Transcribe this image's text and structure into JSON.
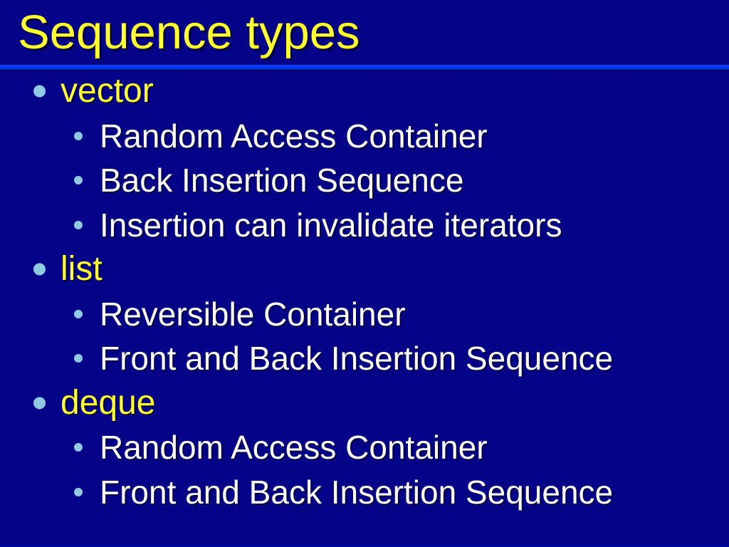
{
  "slide": {
    "title": "Sequence types",
    "colors": {
      "background": "#050388",
      "title": "#FFFF2E",
      "body_text": "#FFFFFF",
      "bullet": "#8FC9E2",
      "rule": "#0439FA",
      "bottom_strip": "#000A9E"
    },
    "items": [
      {
        "level": 1,
        "label": "vector"
      },
      {
        "level": 2,
        "label": "Random Access Container"
      },
      {
        "level": 2,
        "label": "Back Insertion Sequence"
      },
      {
        "level": 2,
        "label": "Insertion can invalidate iterators"
      },
      {
        "level": 1,
        "label": "list"
      },
      {
        "level": 2,
        "label": "Reversible Container"
      },
      {
        "level": 2,
        "label": "Front and Back Insertion Sequence"
      },
      {
        "level": 1,
        "label": "deque"
      },
      {
        "level": 2,
        "label": "Random Access Container"
      },
      {
        "level": 2,
        "label": "Front and Back Insertion Sequence"
      }
    ]
  }
}
